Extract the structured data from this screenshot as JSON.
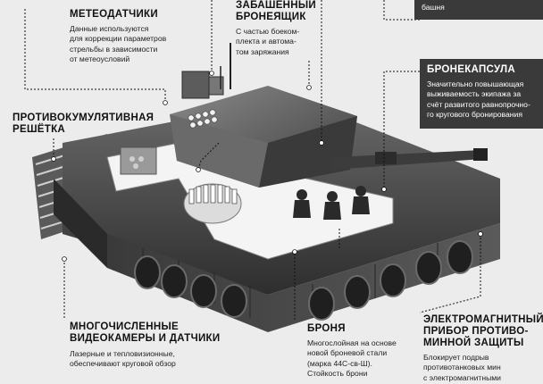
{
  "callouts": {
    "meteo": {
      "title": "МЕТЕОДАТЧИКИ",
      "text": [
        "Данные используются",
        "для коррекции параметров",
        "стрельбы в зависимости",
        "от метеоусловий"
      ]
    },
    "bunker": {
      "title": [
        "ЗАБАШЕННЫЙ",
        "БРОНЕЯЩИК"
      ],
      "text": [
        "С частью боеком-",
        "плекта и автома-",
        "том заряжания"
      ]
    },
    "turret_note": {
      "text": "башня"
    },
    "capsule": {
      "title": "БРОНЕКАПСУЛА",
      "text": [
        "Значительно повышающая",
        "выживаемость экипажа за",
        "счёт развитого равнопрочно-",
        "го кругового бронирования"
      ]
    },
    "grille": {
      "title": [
        "ПРОТИВОКУМУЛЯТИВНАЯ",
        "РЕШЁТКА"
      ]
    },
    "cameras": {
      "title": [
        "МНОГОЧИСЛЕННЫЕ",
        "ВИДЕОКАМЕРЫ И ДАТЧИКИ"
      ],
      "text": [
        "Лазерные и тепловизионные,",
        "обеспечивают круговой обзор"
      ]
    },
    "armor": {
      "title": "БРОНЯ",
      "text": [
        "Многослойная на основе",
        "новой броневой стали",
        "(марка 44С-св-Ш).",
        "Стойкость брони"
      ]
    },
    "emp": {
      "title": [
        "ЭЛЕКТРОМАГНИТНЫЙ",
        "ПРИБОР ПРОТИВО-",
        "МИННОЙ ЗАЩИТЫ"
      ],
      "text": [
        "Блокирует подрыв",
        "противотанковых мин",
        "с электромагнитными"
      ]
    }
  },
  "colors": {
    "background": "#ececec",
    "hull": "#4a4a4a",
    "dark_panel": "#3a3a3a",
    "accent": "#ffffff"
  }
}
